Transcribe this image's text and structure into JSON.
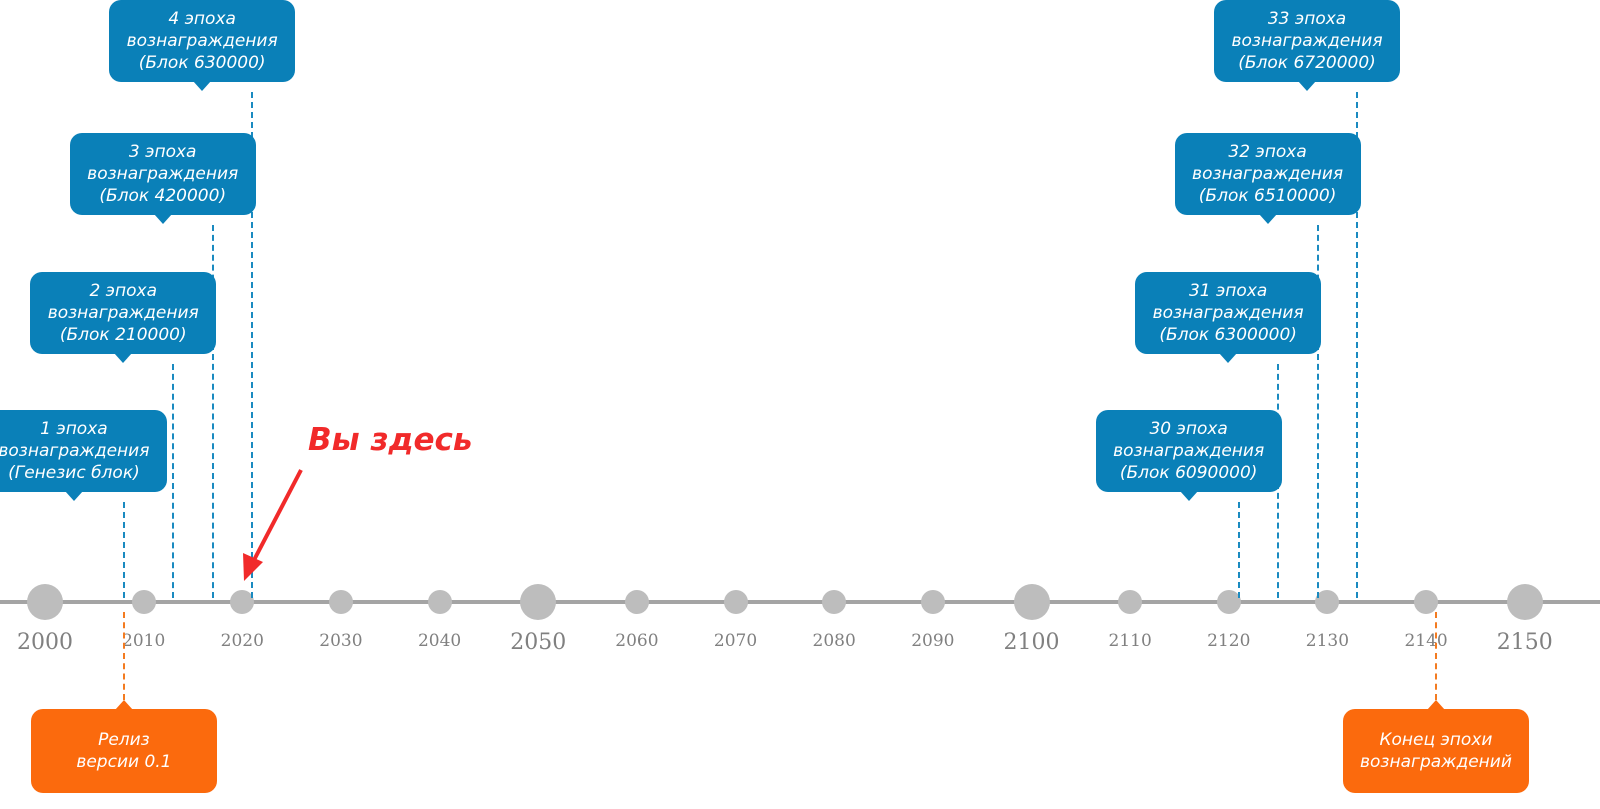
{
  "timeline": {
    "years": [
      {
        "label": "2000",
        "year": 2000,
        "major": true
      },
      {
        "label": "2010",
        "year": 2010,
        "major": false
      },
      {
        "label": "2020",
        "year": 2020,
        "major": false
      },
      {
        "label": "2030",
        "year": 2030,
        "major": false
      },
      {
        "label": "2040",
        "year": 2040,
        "major": false
      },
      {
        "label": "2050",
        "year": 2050,
        "major": true
      },
      {
        "label": "2060",
        "year": 2060,
        "major": false
      },
      {
        "label": "2070",
        "year": 2070,
        "major": false
      },
      {
        "label": "2080",
        "year": 2080,
        "major": false
      },
      {
        "label": "2090",
        "year": 2090,
        "major": false
      },
      {
        "label": "2100",
        "year": 2100,
        "major": true
      },
      {
        "label": "2110",
        "year": 2110,
        "major": false
      },
      {
        "label": "2120",
        "year": 2120,
        "major": false
      },
      {
        "label": "2130",
        "year": 2130,
        "major": false
      },
      {
        "label": "2140",
        "year": 2140,
        "major": false
      },
      {
        "label": "2150",
        "year": 2150,
        "major": true
      }
    ],
    "epochs": [
      {
        "lines": [
          "1 эпоха",
          "вознаграждения",
          "(Генезис блок)"
        ],
        "year": 2008
      },
      {
        "lines": [
          "2 эпоха",
          "вознаграждения",
          "(Блок 210000)"
        ],
        "year": 2013
      },
      {
        "lines": [
          "3 эпоха",
          "вознаграждения",
          "(Блок 420000)"
        ],
        "year": 2017
      },
      {
        "lines": [
          "4 эпоха",
          "вознаграждения",
          "(Блок 630000)"
        ],
        "year": 2021
      },
      {
        "lines": [
          "30 эпоха",
          "вознаграждения",
          "(Блок 6090000)"
        ],
        "year": 2121
      },
      {
        "lines": [
          "31 эпоха",
          "вознаграждения",
          "(Блок 6300000)"
        ],
        "year": 2125
      },
      {
        "lines": [
          "32 эпоха",
          "вознаграждения",
          "(Блок 6510000)"
        ],
        "year": 2129
      },
      {
        "lines": [
          "33 эпоха",
          "вознаграждения",
          "(Блок 6720000)"
        ],
        "year": 2133
      }
    ],
    "events": [
      {
        "lines": [
          "Релиз",
          "версии 0.1"
        ],
        "year": 2008
      },
      {
        "lines": [
          "Конец эпохи",
          "вознаграждений"
        ],
        "year": 2141
      }
    ],
    "marker": {
      "label": "Вы здесь",
      "year": 2020
    }
  },
  "colors": {
    "epoch": "#0a80b8",
    "event": "#fb6a0d",
    "marker": "#f12a2a",
    "axis": "#a4a4a4",
    "node": "#bdbdbd"
  }
}
